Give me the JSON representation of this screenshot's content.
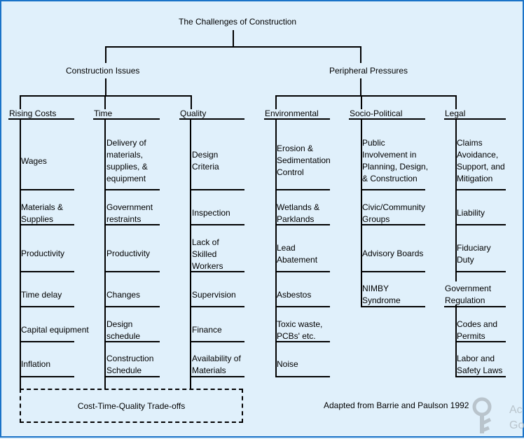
{
  "title": "The Challenges of Construction",
  "groups": {
    "construction_issues": "Construction Issues",
    "peripheral_pressures": "Peripheral Pressures"
  },
  "categories": {
    "rising_costs": {
      "label": "Rising Costs",
      "items": [
        "Wages",
        "Materials &\nSupplies",
        "Productivity",
        "Time delay",
        "Capital equipment",
        "Inflation"
      ]
    },
    "time": {
      "label": "Time",
      "items": [
        "Delivery of\nmaterials,\nsupplies, &\nequipment",
        "Government\nrestraints",
        "Productivity",
        "Changes",
        "Design\nschedule",
        "Construction\nSchedule"
      ]
    },
    "quality": {
      "label": "Quality",
      "items": [
        "Design\nCriteria",
        "Inspection",
        "Lack of\nSkilled\nWorkers",
        "Supervision",
        "Finance",
        "Availability of\nMaterials"
      ]
    },
    "environmental": {
      "label": "Environmental",
      "items": [
        "Erosion &\nSedimentation\nControl",
        "Wetlands &\nParklands",
        "Lead\nAbatement",
        "Asbestos",
        "Toxic waste,\nPCBs' etc.",
        "Noise"
      ]
    },
    "socio_political": {
      "label": "Socio-Political",
      "items": [
        "Public\nInvolvement in\nPlanning, Design,\n& Construction",
        "Civic/Community\nGroups",
        "Advisory Boards",
        "NIMBY\nSyndrome"
      ]
    },
    "legal": {
      "label": "Legal",
      "items": [
        "Claims\nAvoidance,\nSupport, and\nMitigation",
        "Liability",
        "Fiduciary\nDuty",
        "Government\nRegulation",
        "Codes and\nPermits",
        "Labor and\nSafety Laws"
      ]
    }
  },
  "tradeoff_label": "Cost-Time-Quality Trade-offs",
  "citation": "Adapted from Barrie and Paulson 1992",
  "watermark_text": "Ac Go",
  "colors": {
    "background": "#e0f0fb",
    "border": "#1a73c8",
    "line": "#000000",
    "watermark": "#b9c4cc"
  }
}
